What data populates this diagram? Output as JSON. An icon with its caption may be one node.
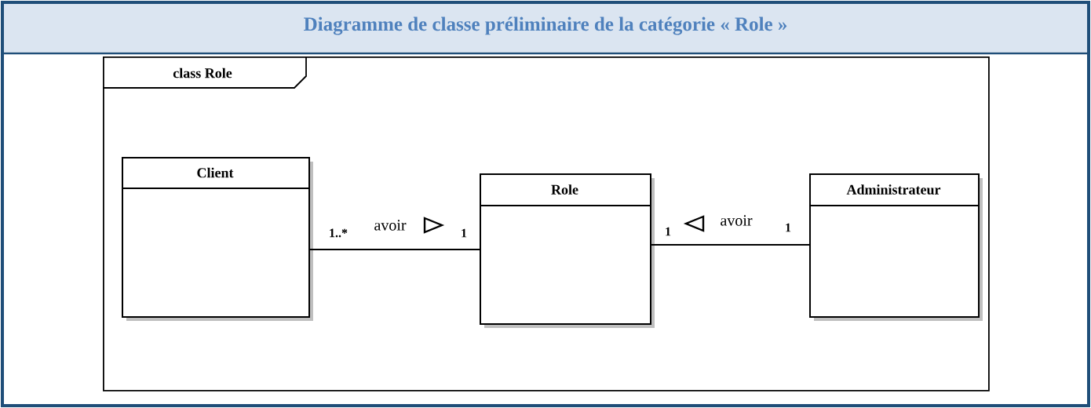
{
  "diagram": {
    "title": "Diagramme de classe préliminaire de la catégorie « Role  »",
    "nodes": [
      {
        "text": [
          "class Role"
        ]
      },
      {
        "text": [
          "Client"
        ],
        "in": 0
      },
      {
        "text": [
          "Role"
        ],
        "in": 0
      },
      {
        "text": [
          "Administrateur"
        ],
        "in": 0
      }
    ],
    "edges": [
      {
        "from": 1,
        "to": 2,
        "arrow": "none",
        "label": "avoir"
      },
      {
        "from": 3,
        "to": 2,
        "arrow": "none",
        "label": "avoir"
      }
    ],
    "labels": [
      "1..*",
      "1",
      "1",
      "1"
    ]
  }
}
